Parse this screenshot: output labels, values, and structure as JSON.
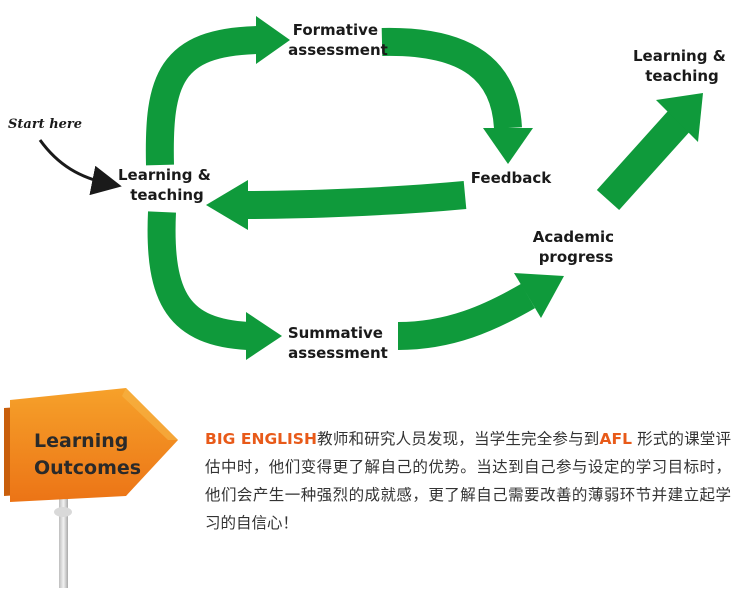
{
  "diagram": {
    "start_label": "Start here",
    "nodes": {
      "learning_teaching_left": [
        "Learning &",
        "teaching"
      ],
      "formative": [
        "Formative",
        "assessment"
      ],
      "feedback": [
        "Feedback"
      ],
      "summative": [
        "Summative",
        "assessment"
      ],
      "academic": [
        "Academic",
        "progress"
      ],
      "learning_teaching_right": [
        "Learning &",
        "teaching"
      ]
    },
    "colors": {
      "arrow": "#0f9a3b",
      "start_arrow": "#1a1a1a"
    }
  },
  "signpost": {
    "line1": "Learning",
    "line2": "Outcomes",
    "colors": {
      "board": "#f28a1b",
      "board_dark": "#c95f0c",
      "pole": "#cfcfcf"
    }
  },
  "paragraph": {
    "brand": "BIG ENGLISH",
    "text1": "教师和研究人员发现，当学生完全参与到",
    "afl": "AFL",
    "text2": " 形式的课堂评估中时，他们变得更了解自己的优势。当达到自己参与设定的学习目标时，他们会产生一种强烈的成就感，更了解自己需要改善的薄弱环节并建立起学习的自信心！",
    "highlight_color": "#e85a19"
  }
}
